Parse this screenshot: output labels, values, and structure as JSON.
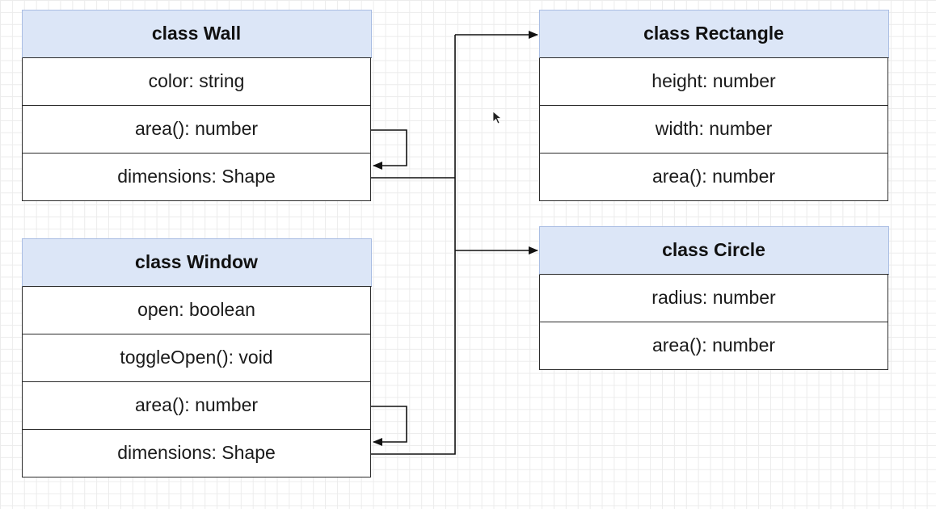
{
  "diagram": {
    "classes": [
      {
        "id": "wall",
        "title": "class Wall",
        "members": [
          "color: string",
          "area(): number",
          "dimensions: Shape"
        ]
      },
      {
        "id": "window",
        "title": "class Window",
        "members": [
          "open: boolean",
          "toggleOpen(): void",
          "area(): number",
          "dimensions: Shape"
        ]
      },
      {
        "id": "rectangle",
        "title": "class Rectangle",
        "members": [
          "height: number",
          "width: number",
          "area(): number"
        ]
      },
      {
        "id": "circle",
        "title": "class Circle",
        "members": [
          "radius: number",
          "area(): number"
        ]
      }
    ]
  }
}
